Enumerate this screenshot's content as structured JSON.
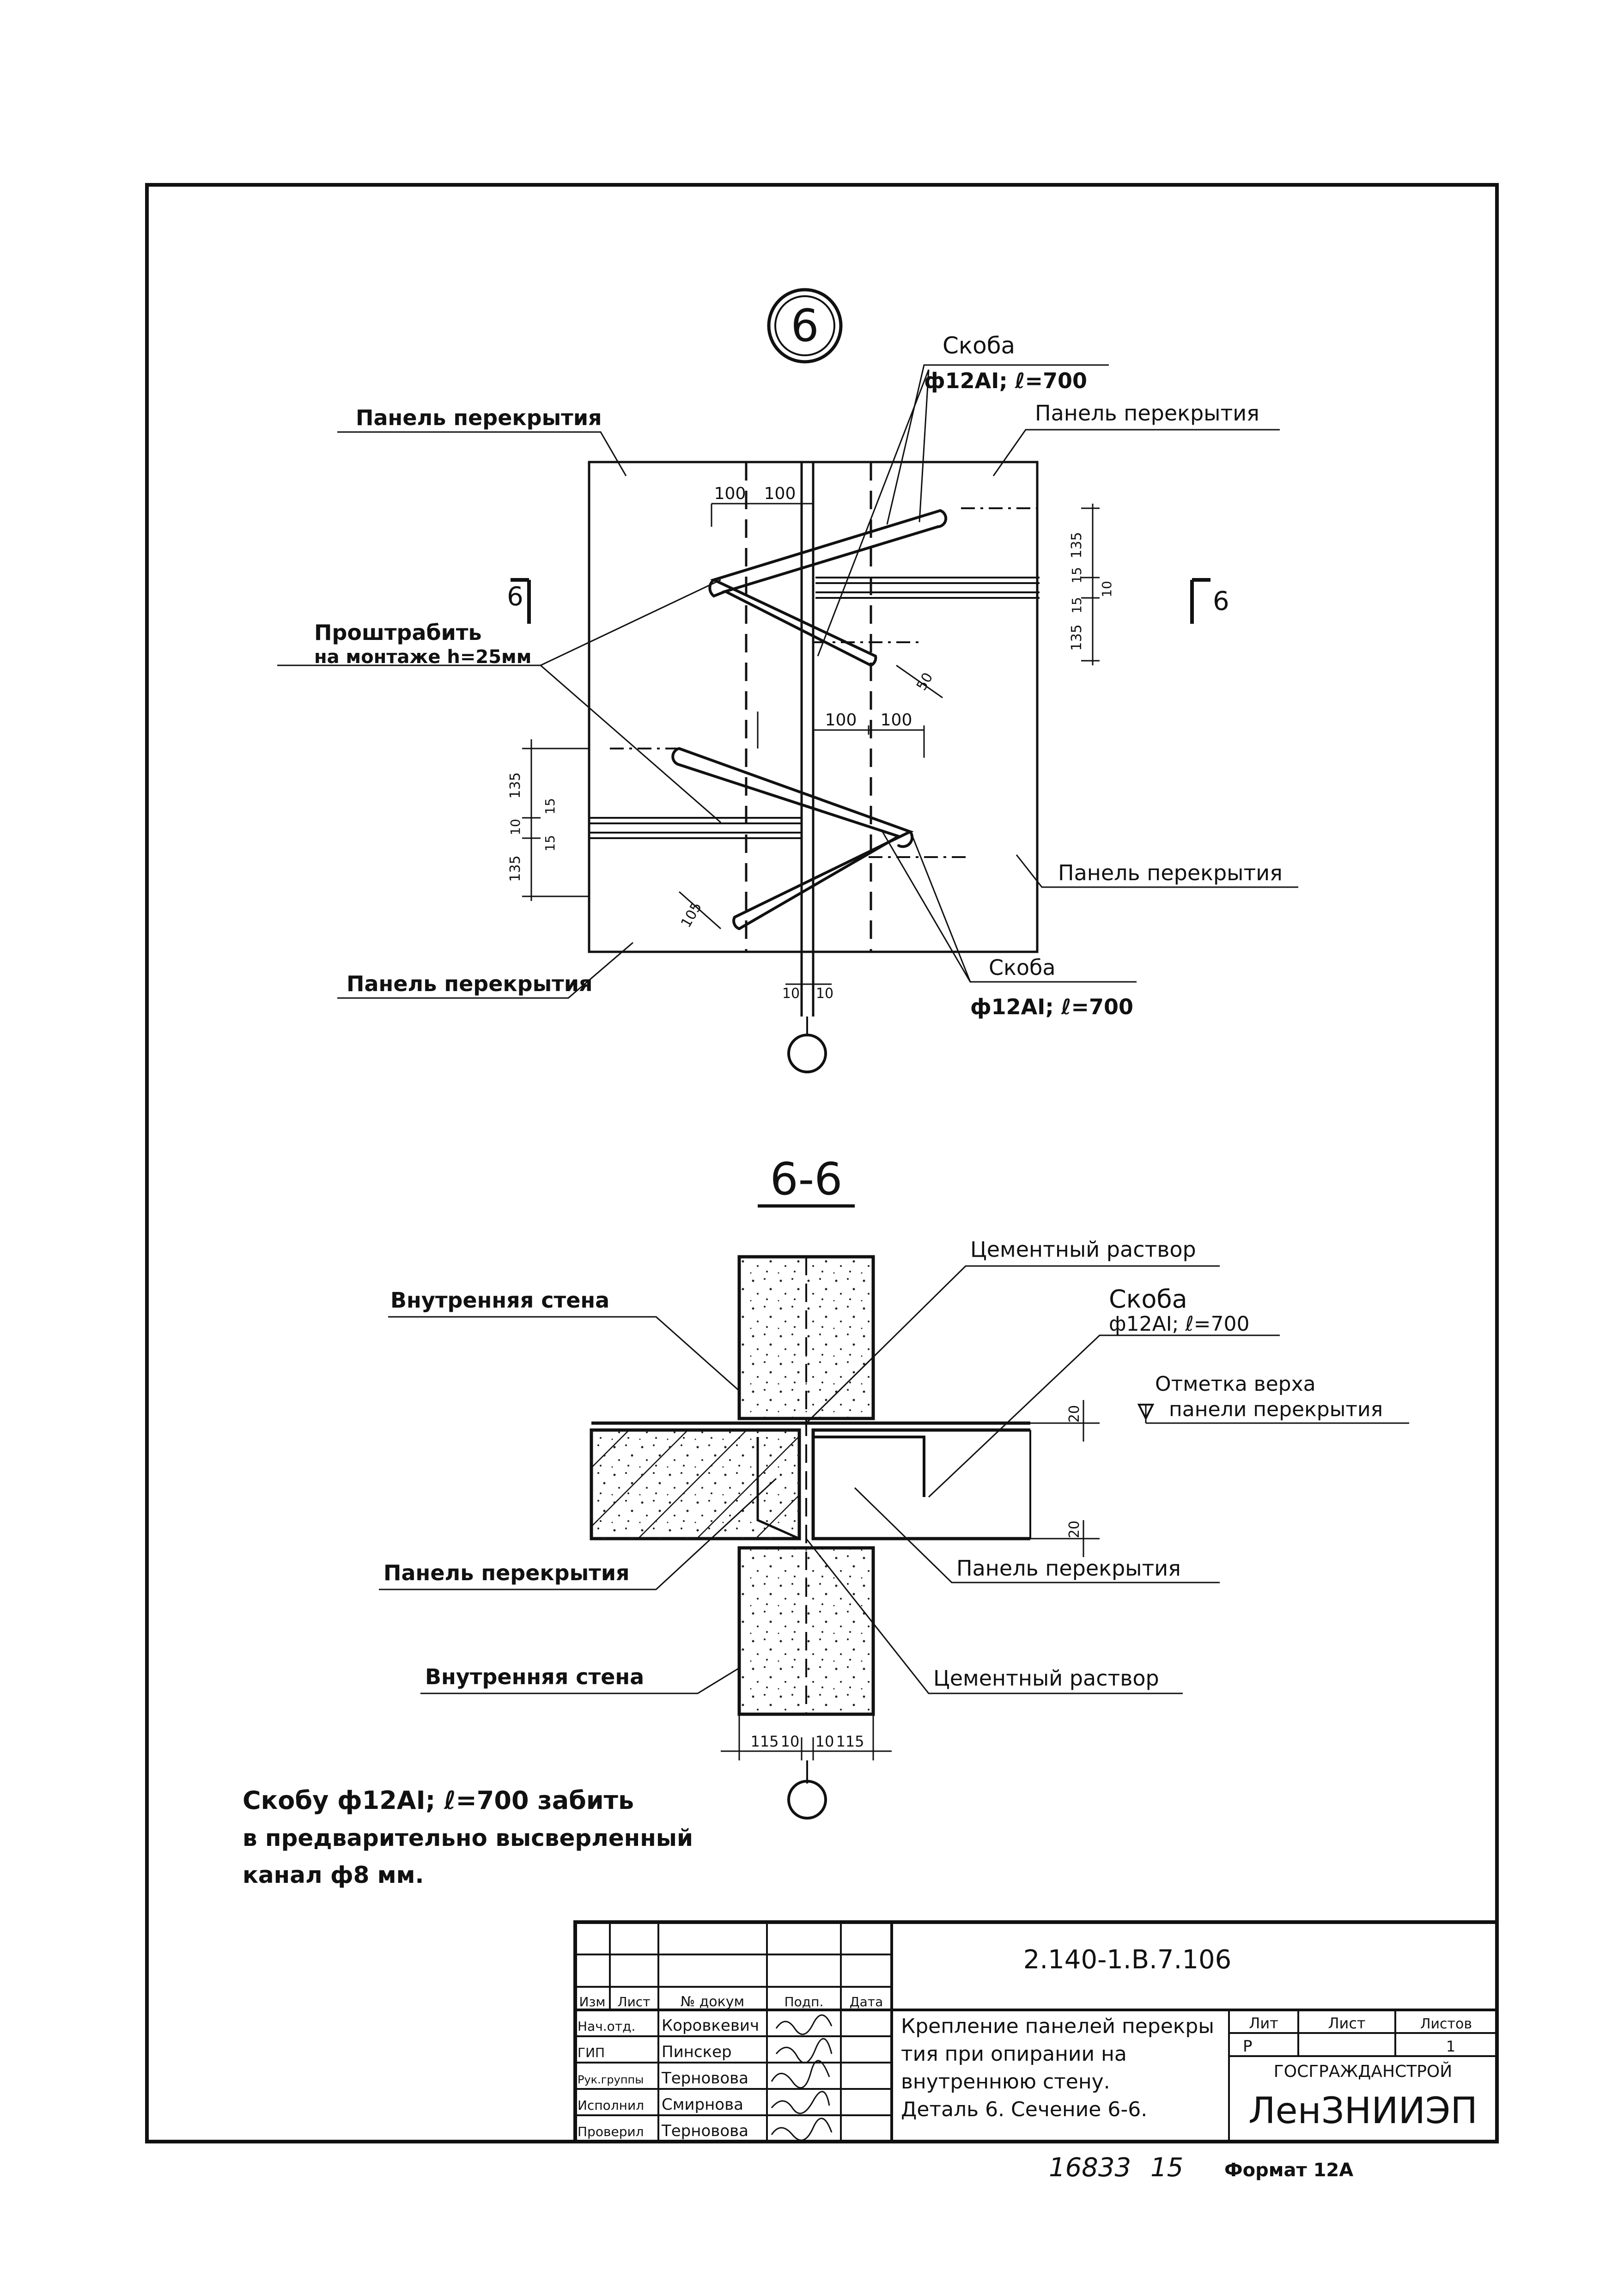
{
  "detail": {
    "marker": "6",
    "section_mark_left": "6",
    "section_mark_right": "6",
    "labels": {
      "panel_top_left": "Панель перекрытия",
      "panel_top_right": "Панель перекрытия",
      "panel_bottom_right": "Панель перекрытия",
      "panel_bottom_left": "Панель перекрытия",
      "groove_line1": "Проштрабить",
      "groove_line2": "на монтаже h=25мм",
      "bracket_top_line1": "Скоба",
      "bracket_top_line2": "ф12АI; ℓ=700",
      "bracket_bottom_line1": "Скоба",
      "bracket_bottom_line2": "ф12АI; ℓ=700"
    },
    "dims": {
      "top_100a": "100",
      "top_100b": "100",
      "mid_100a": "100",
      "mid_100b": "100",
      "r_135a": "135",
      "r_15a": "15",
      "r_10": "10",
      "r_15b": "15",
      "r_135b": "135",
      "l_135a": "135",
      "l_15a": "15",
      "l_10": "10",
      "l_15b": "15",
      "l_135b": "135",
      "d_50": "50",
      "d_105": "105",
      "bot_10a": "10",
      "bot_10b": "10"
    }
  },
  "section": {
    "title": "6-6",
    "labels": {
      "cement_top": "Цементный раствор",
      "bracket_line1": "Скоба",
      "bracket_line2": "ф12АI; ℓ=700",
      "inner_wall_top": "Внутренняя стена",
      "level_line1": "Отметка верха",
      "level_line2": "панели перекрытия",
      "panel_left": "Панель перекрытия",
      "panel_right": "Панель перекрытия",
      "inner_wall_bottom": "Внутренняя стена",
      "cement_bottom": "Цементный раствор"
    },
    "dims": {
      "d20a": "20",
      "d20b": "20",
      "b115a": "115",
      "b10a": "10",
      "b10b": "10",
      "b115b": "115"
    }
  },
  "note": {
    "line1": "Скобу ф12АI; ℓ=700 забить",
    "line2": "в предварительно высверленный",
    "line3": "канал ф8 мм."
  },
  "title_block": {
    "doc_code": "2.140-1.В.7.106",
    "headers": {
      "izm": "Изм",
      "list": "Лист",
      "ndoc": "№ докум",
      "podp": "Подп.",
      "data": "Дата"
    },
    "roles": [
      "Нач.отд.",
      "ГИП",
      "Рук.группы",
      "Исполнил",
      "Проверил"
    ],
    "names": [
      "Коровкевич",
      "Пинскер",
      "Терновова",
      "Смирнова",
      "Терновова"
    ],
    "title_lines": [
      "Крепление панелей перекры",
      "тия при опирании на",
      "внутреннюю стену.",
      "Деталь 6. Сечение 6-6."
    ],
    "stage_header": "Лит",
    "sheet_header": "Лист",
    "sheets_header": "Листов",
    "stage": "Р",
    "sheets": "1",
    "org_line1": "ГОСГРАЖДАНСТРОЙ",
    "org_line2": "ЛенЗНИИЭП"
  },
  "footer": {
    "number": "16833",
    "sub": "15",
    "format": "Формат 12А"
  }
}
